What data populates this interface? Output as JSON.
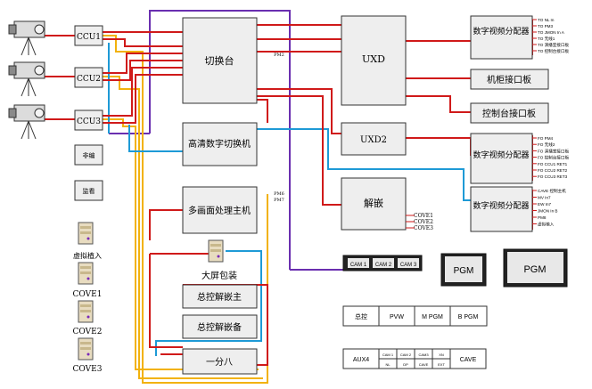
{
  "palette": {
    "red": "#d01a1a",
    "yellow": "#f2b20c",
    "blue": "#1e9ad6",
    "purple": "#6a2fb0",
    "box_fill": "#eeeeee",
    "box_stroke": "#333333"
  },
  "cameras": {
    "ccu": [
      "CCU1",
      "CCU2",
      "CCU3"
    ]
  },
  "sources": {
    "feibian": "非编",
    "jiankan": "监看",
    "xuni": "虚拟植入",
    "coves": [
      "COVE1",
      "COVE2",
      "COVE3"
    ]
  },
  "center": {
    "switcher": "切换台",
    "switcher_port": "PM2",
    "hd_switcher": "高清数字切换机",
    "multiviewer": "多画面处理主机",
    "multiviewer_ports": [
      "PM6",
      "PM7"
    ],
    "bigscreen": "大屏包装",
    "decoder_main": "总控解嵌主",
    "decoder_backup": "总控解嵌备",
    "splitter": "一分八"
  },
  "mid": {
    "uxd": "UXD",
    "uxd2": "UXD2",
    "deembed": "解嵌",
    "deembed_outputs": [
      "COVE1",
      "COVE2",
      "COVE3"
    ]
  },
  "right": {
    "da1": "数字视频分配器",
    "da1_outputs": [
      "TO NL In",
      "TO PM3",
      "TO JMON In A",
      "TO 无线1",
      "TO 演播室接口板",
      "TO 控制台接口板"
    ],
    "cabinet_panel": "机柜接口板",
    "console_panel": "控制台接口板",
    "da2": "数字视频分配器",
    "da2_outputs": [
      "FO PM4",
      "FO 无线2",
      "FO 演播室接口板",
      "FO 控制台接口板",
      "FO CCU1 RET1",
      "FO CCU2 RET2",
      "FO CCU3 RET3"
    ],
    "da3": "数字视频分配器",
    "da3_outputs": [
      "CAVE 控制主机",
      "MV In7",
      "EW In7",
      "JMON In B",
      "PM8",
      "虚拟植入"
    ]
  },
  "monitors": {
    "cam_labels": [
      "CAM 1",
      "CAM 2",
      "CAM 3"
    ],
    "pgm1": "PGM",
    "pgm2": "PGM",
    "row1": [
      "总控",
      "PVW",
      "M PGM",
      "B PGM"
    ],
    "aux": "AUX4",
    "aux_grid": [
      [
        "CAM 1",
        "CAM 2",
        "CAM3",
        "XN"
      ],
      [
        "NL",
        "DP",
        "CAVE",
        "EXT"
      ]
    ],
    "cave": "CAVE"
  }
}
